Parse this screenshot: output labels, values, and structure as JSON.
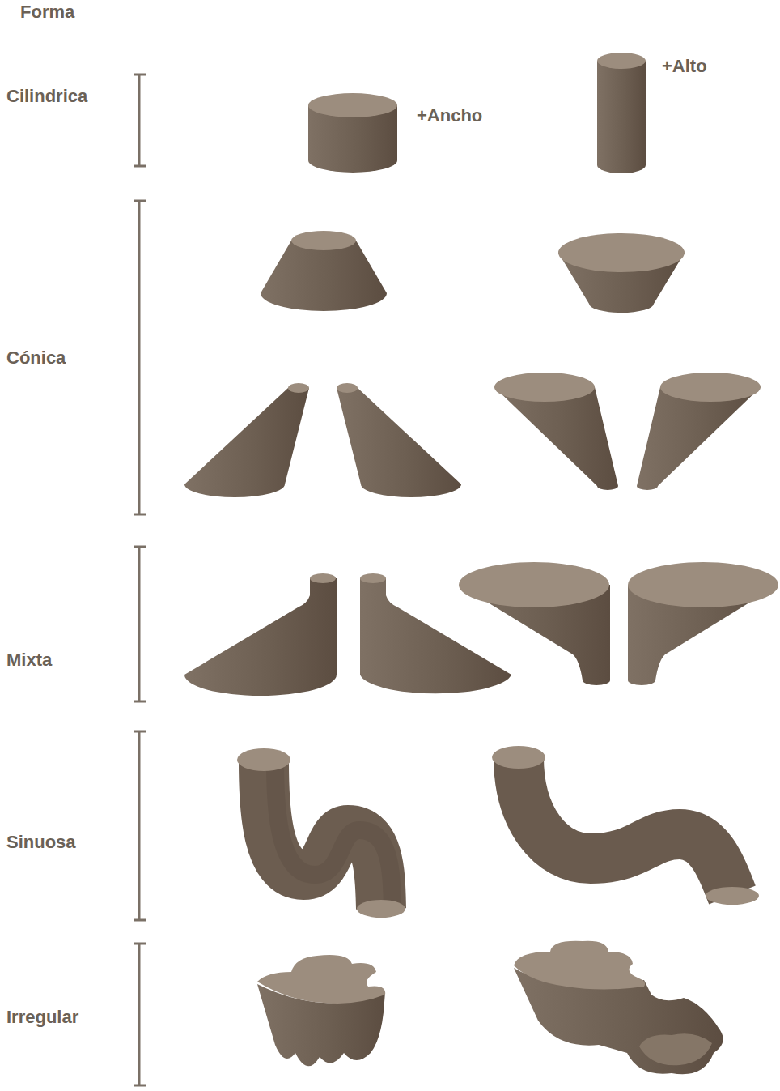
{
  "diagram": {
    "title": "Forma",
    "labels": [
      "Cilindrica",
      "+Ancho",
      "+Alto",
      "Cónica",
      "Mixta",
      "Sinuosa",
      "Irregular"
    ]
  }
}
